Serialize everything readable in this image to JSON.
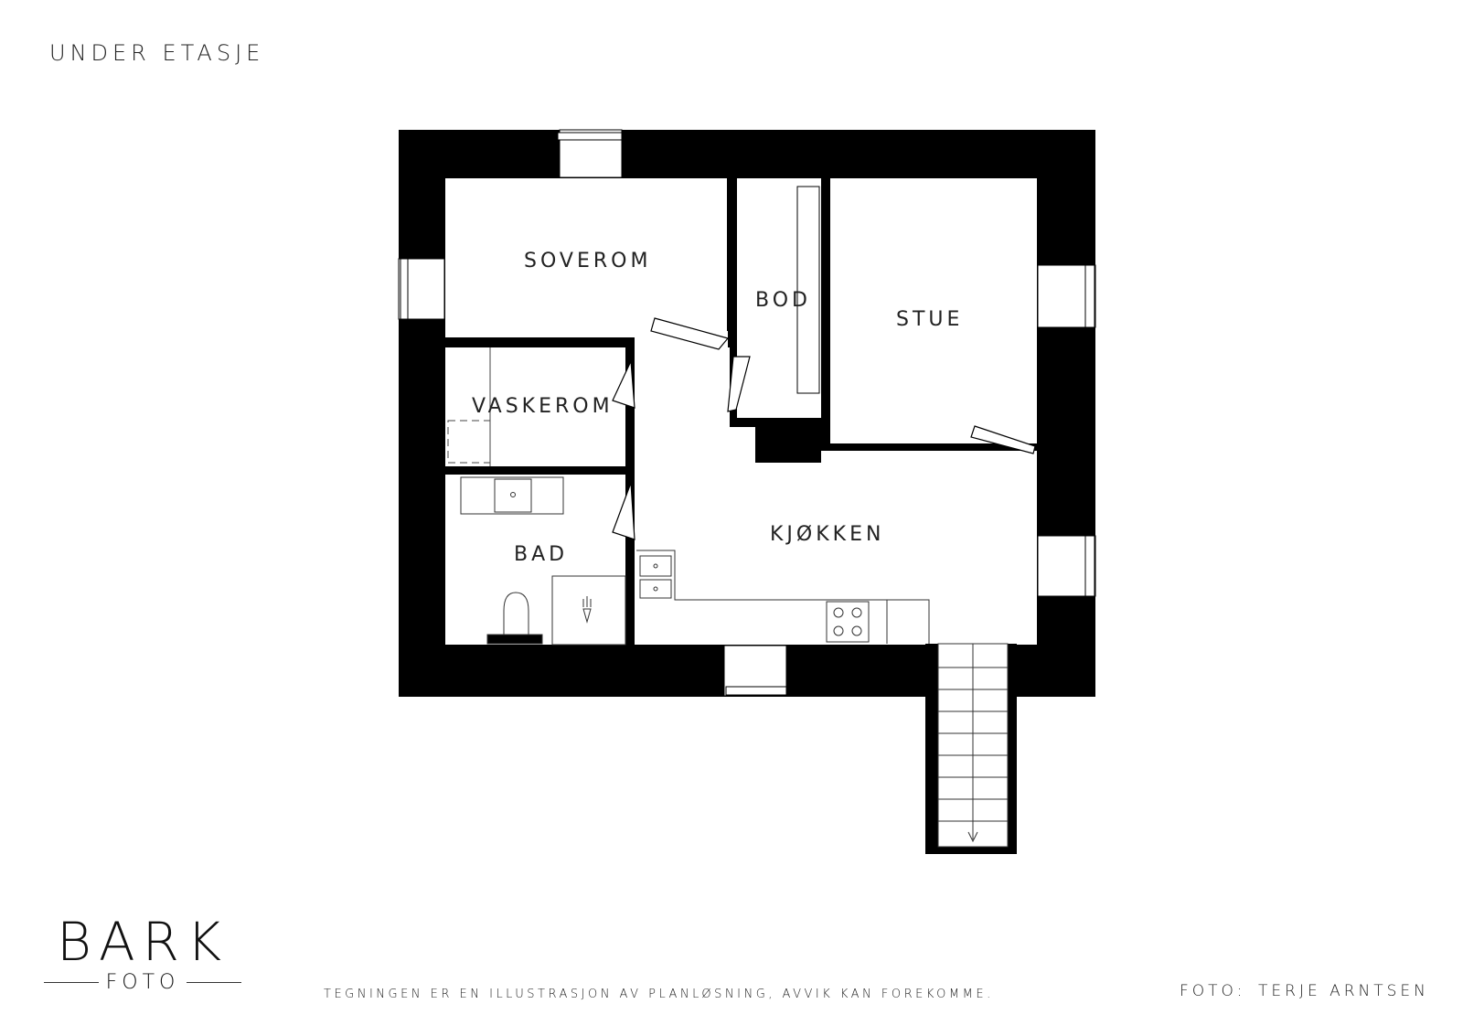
{
  "header": {
    "title": "UNDER ETASJE"
  },
  "rooms": [
    {
      "id": "soverom",
      "label": "SOVEROM"
    },
    {
      "id": "bod",
      "label": "BOD"
    },
    {
      "id": "stue",
      "label": "STUE"
    },
    {
      "id": "vaskerom",
      "label": "VASKEROM"
    },
    {
      "id": "bad",
      "label": "BAD"
    },
    {
      "id": "kjokken",
      "label": "KJØKKEN"
    }
  ],
  "footer": {
    "logo_main": "BARK",
    "logo_sub": "FOTO",
    "disclaimer": "TEGNINGEN ER EN ILLUSTRASJON AV PLANLØSNING, AVVIK KAN FOREKOMME.",
    "photo_label": "FOTO:",
    "photo_name": "TERJE ARNTSEN"
  },
  "colors": {
    "wall": "#000000",
    "background": "#ffffff",
    "line": "#333333"
  }
}
